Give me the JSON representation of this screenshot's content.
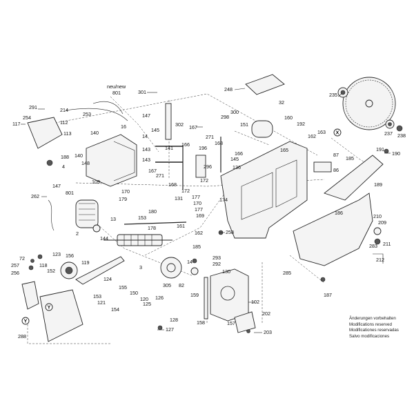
{
  "notes": [
    "Änderungen vorbehalten",
    "Modifications reserved",
    "Modificationes reservadas",
    "Salvo modificaciones"
  ],
  "markers": {
    "x": "X",
    "y": "Y"
  },
  "labels": {
    "l801a": "neu/new",
    "l801b": "801",
    "l301": "301",
    "l248": "248",
    "l235": "235",
    "l291": "291",
    "l214": "214",
    "l254": "254",
    "l117": "117",
    "l112": "112",
    "l253": "253",
    "l147a": "147",
    "l302": "302",
    "l298": "298",
    "l300": "300",
    "l32": "32",
    "l160": "160",
    "l192": "192",
    "l16": "16",
    "l140a": "140",
    "l113": "113",
    "l145": "145",
    "l14": "14",
    "l167a": "167",
    "l271a": "271",
    "l168a": "168",
    "l151": "151",
    "l163": "163",
    "l162a": "162",
    "l237": "237",
    "l238": "238",
    "l188": "188",
    "l140b": "140",
    "l143a": "143",
    "l141": "141",
    "l166a": "166",
    "l196": "196",
    "l166b": "166",
    "l145b": "145",
    "l136": "136",
    "l165": "165",
    "l87": "87",
    "l185a": "185",
    "l191": "191",
    "l190": "190",
    "l86": "86",
    "l4": "4",
    "l148": "148",
    "l143b": "143",
    "l296": "296",
    "l189": "189",
    "l109": "109",
    "l147b": "147",
    "l167b": "167",
    "l271b": "271",
    "l168b": "168",
    "l172a": "172",
    "l262": "262",
    "l801c": "801",
    "l170a": "170",
    "l179": "179",
    "l131": "131",
    "l172b": "172",
    "l177a": "177",
    "l170b": "170",
    "l177b": "177",
    "l174": "174",
    "l169": "169",
    "l180": "180",
    "l153": "153",
    "l186": "186",
    "l13": "13",
    "l2": "2",
    "l178": "178",
    "l161": "161",
    "l162b": "162",
    "l258": "258",
    "l210": "210",
    "l209": "209",
    "l144": "144",
    "l283": "283",
    "l211": "211",
    "l212": "212",
    "l72": "72",
    "l123": "123",
    "l257": "257",
    "l118": "118",
    "l256": "256",
    "l152": "152",
    "l156": "156",
    "l119": "119",
    "l3": "3",
    "l185b": "185",
    "l14b": "14",
    "l293": "293",
    "l292": "292",
    "l130": "130",
    "l285": "285",
    "l305": "305",
    "l82": "82",
    "l159": "159",
    "l124": "124",
    "l155": "155",
    "l153b": "153",
    "l150": "150",
    "l121": "121",
    "l120": "120",
    "l126": "126",
    "l125": "125",
    "l154": "154",
    "l102": "102",
    "l187": "187",
    "l128": "128",
    "l158": "158",
    "l157": "157",
    "l202": "202",
    "l127": "127",
    "l203": "203",
    "l288": "288"
  }
}
